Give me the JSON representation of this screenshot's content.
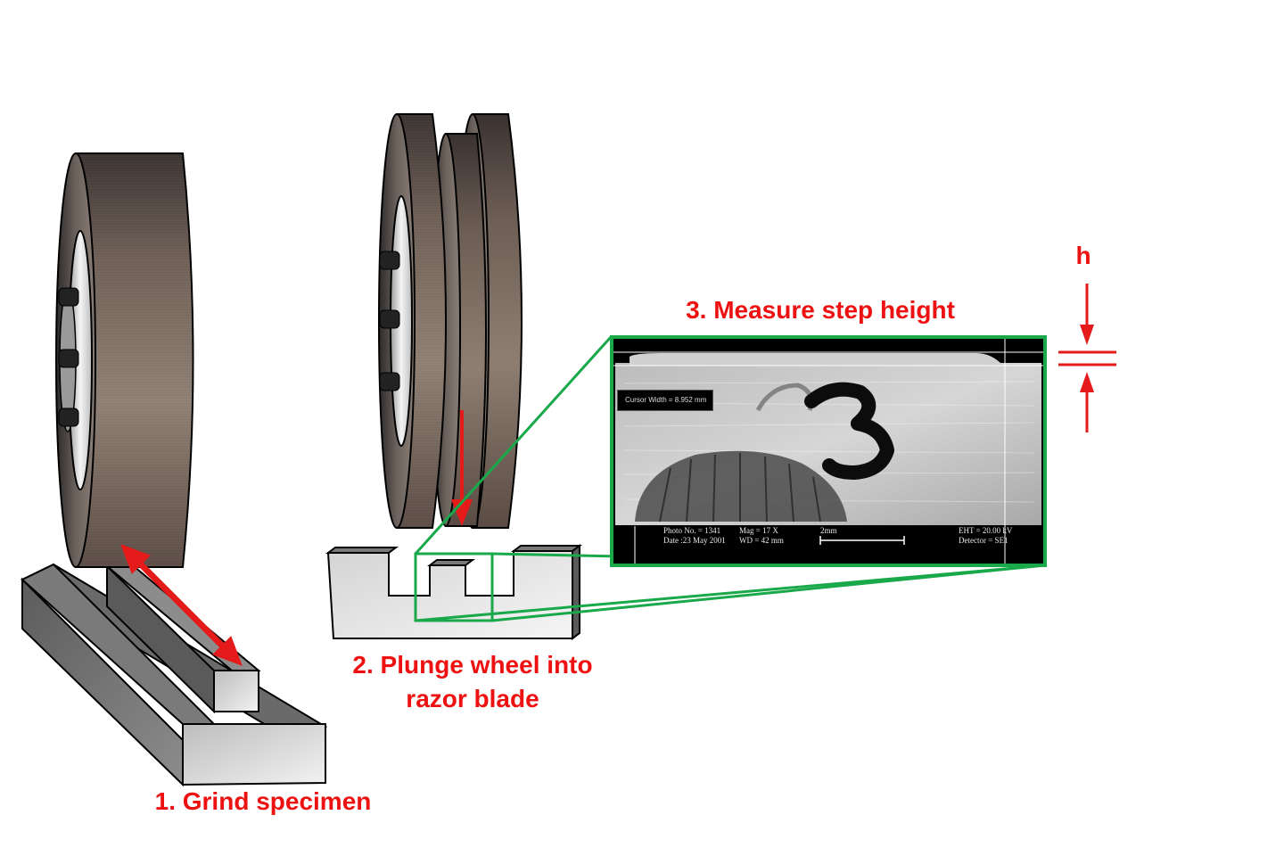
{
  "steps": {
    "step1": "1. Grind specimen",
    "step2_line1": "2. Plunge wheel into",
    "step2_line2": "razor blade",
    "step3": "3. Measure step height",
    "height_symbol": "h"
  },
  "micrograph": {
    "cursor_width": "Cursor Width = 8.952 mm",
    "photo_no": "Photo No. = 1341",
    "date": "Date :23 May 2001",
    "mag": "Mag =    17 X",
    "wd": "WD =   42 mm",
    "scale": "2mm",
    "eht": "EHT = 20.00 kV",
    "detector": "Detector = SE1",
    "specimen_mark": "3"
  },
  "colors": {
    "label_red": "#ee1111",
    "arrow_red": "#e51a1a",
    "callout_green": "#19a84a",
    "wheel_brown": "#6e5f54",
    "steel_gray": "#8a8a8a"
  }
}
